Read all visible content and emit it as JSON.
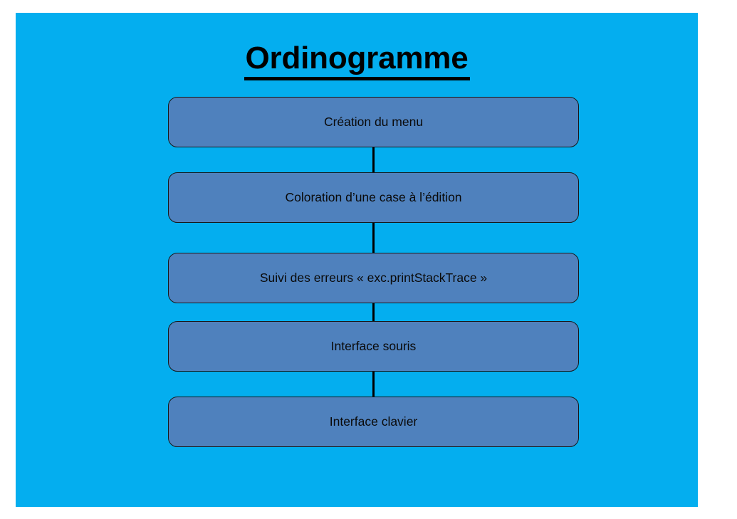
{
  "slide": {
    "background_color": "#04aeef",
    "title": "Ordinogramme",
    "box_fill_color": "#4f81bd",
    "box_border_color": "#17181a",
    "connector_color": "#000000",
    "text_color": "#000000"
  },
  "flowchart": {
    "type": "vertical-process-flow",
    "steps": [
      {
        "id": "step-1",
        "label": "Création du menu"
      },
      {
        "id": "step-2",
        "label": "Coloration d’une case à l’édition"
      },
      {
        "id": "step-3",
        "label": "Suivi des erreurs « exc.printStackTrace »"
      },
      {
        "id": "step-4",
        "label": "Interface souris"
      },
      {
        "id": "step-5",
        "label": "Interface clavier"
      }
    ],
    "connectors": [
      {
        "from": "step-1",
        "to": "step-2"
      },
      {
        "from": "step-2",
        "to": "step-3"
      },
      {
        "from": "step-3",
        "to": "step-4"
      },
      {
        "from": "step-4",
        "to": "step-5"
      }
    ]
  }
}
